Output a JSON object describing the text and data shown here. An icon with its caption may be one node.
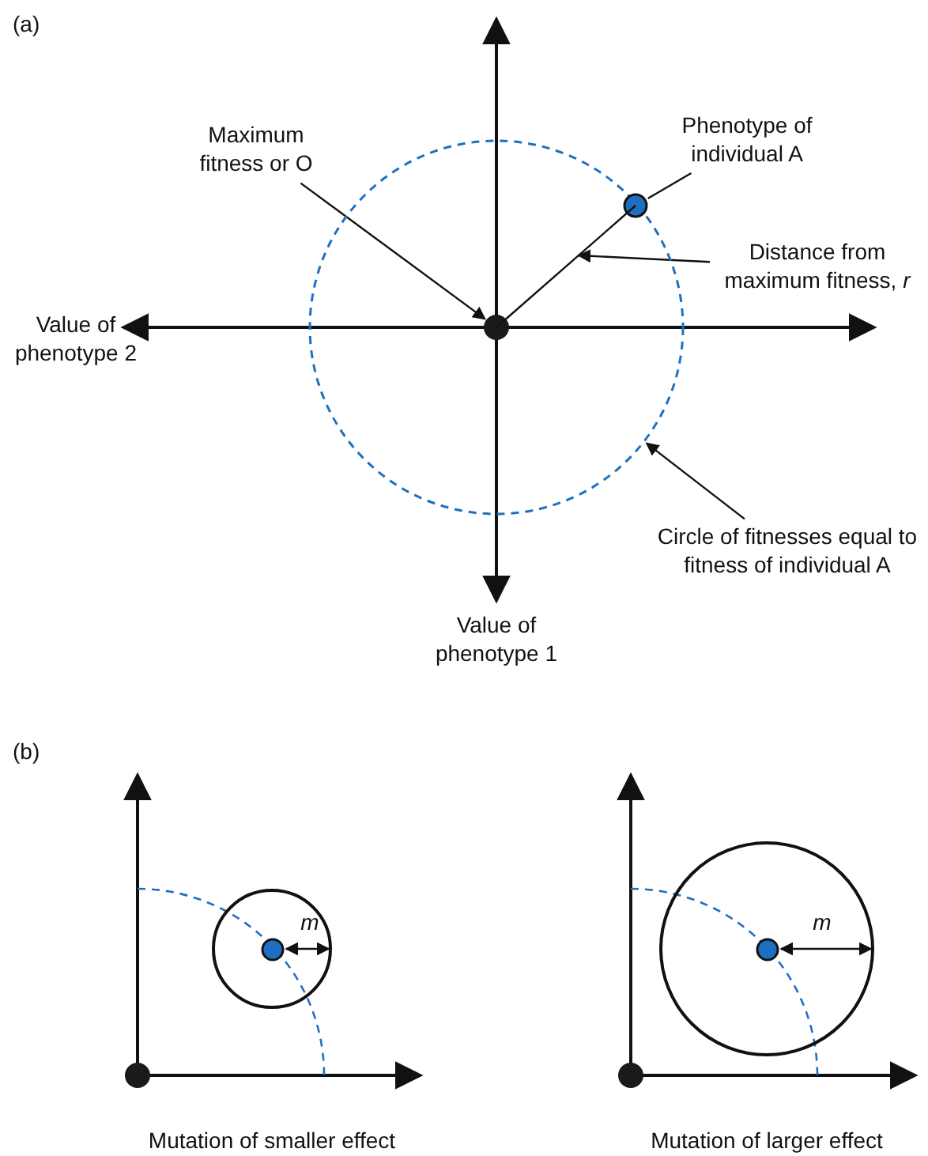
{
  "diagram": {
    "nodes": [
      {
        "text": [
          "Maximum fitness or O"
        ]
      },
      {
        "text": [
          "Phenotype of individual A"
        ]
      },
      {
        "text": [
          "Distance from maximum fitness, *r*"
        ]
      },
      {
        "text": [
          "Circle of fitnesses equal to fitness of individual A"
        ]
      },
      {
        "text": [],
        "shape": "circle"
      },
      {
        "text": [],
        "shape": "circle",
        "in": 4
      },
      {
        "text": [],
        "shape": "circle",
        "in": 4
      },
      {
        "text": [],
        "shape": "line",
        "in": 4
      },
      {
        "text": [],
        "shape": "circle"
      },
      {
        "text": [],
        "shape": "circle"
      },
      {
        "text": [],
        "shape": "circle"
      },
      {
        "text": [],
        "shape": "circle"
      }
    ],
    "edges": [
      {
        "from": 0,
        "to": 5,
        "arrow": "to"
      },
      {
        "from": 1,
        "to": 6,
        "arrow": "none"
      },
      {
        "from": 2,
        "to": 7,
        "arrow": "to"
      },
      {
        "from": 3,
        "to": 4,
        "arrow": "to"
      }
    ],
    "labels": [
      "(a)",
      "Value of phenotype 2",
      "Value of phenotype 1",
      "(b)",
      "m",
      "Mutation of smaller effect",
      "m",
      "Mutation of larger effect"
    ]
  }
}
